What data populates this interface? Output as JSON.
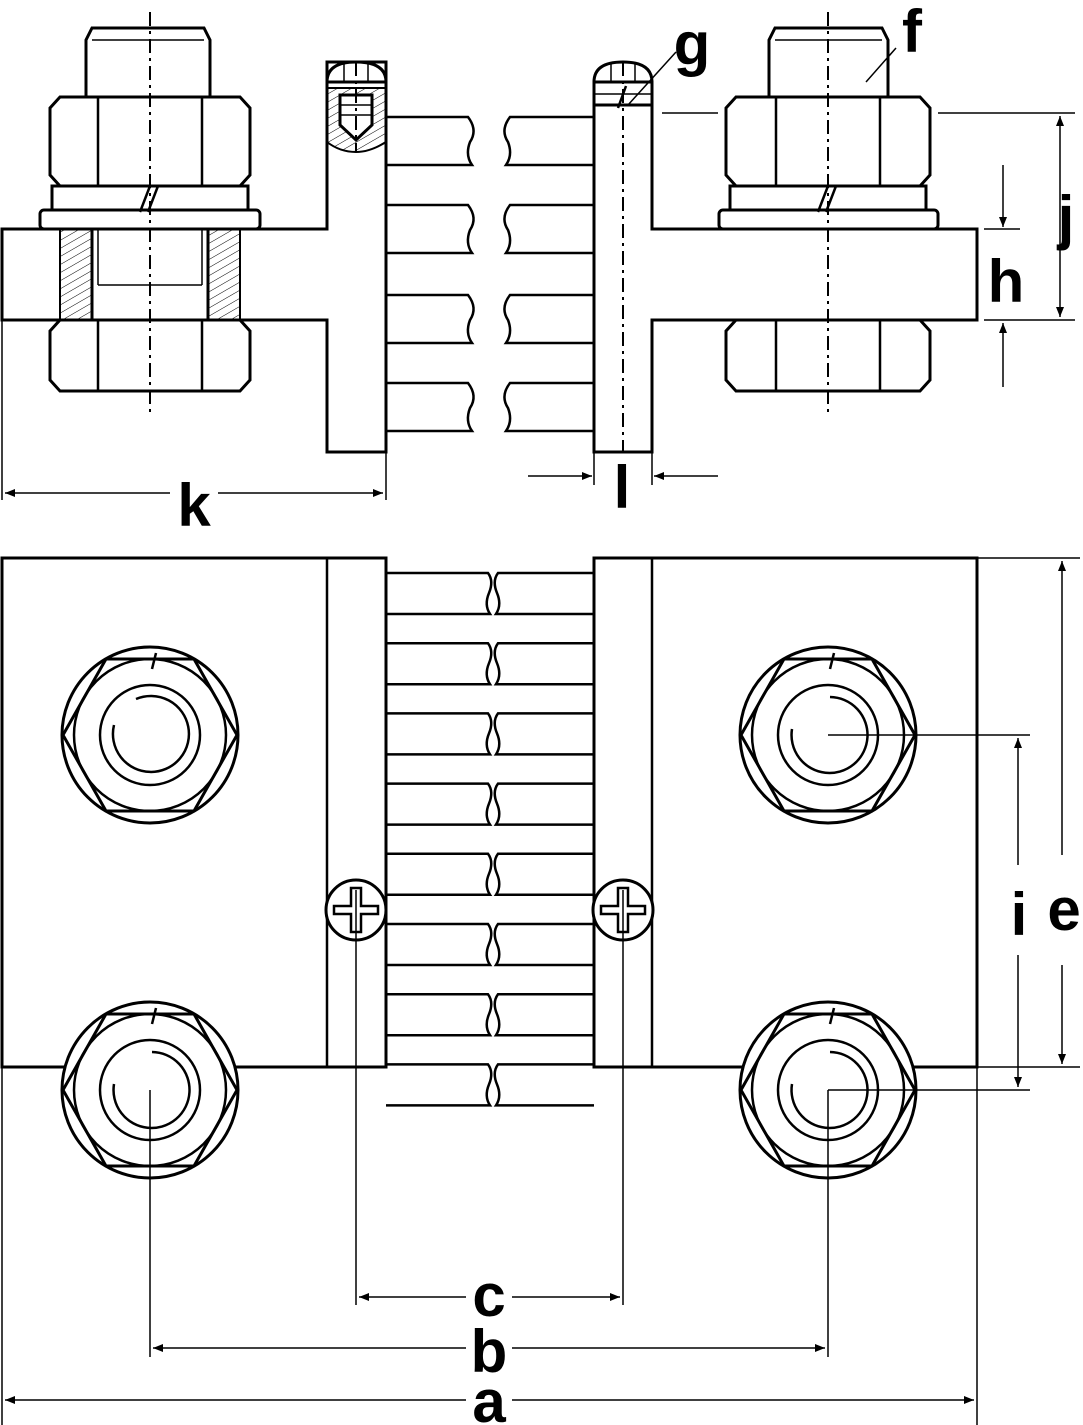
{
  "labels": {
    "a": "a",
    "b": "b",
    "c": "c",
    "e": "e",
    "f": "f",
    "g": "g",
    "h": "h",
    "i": "i",
    "j": "j",
    "k": "k",
    "l": "l"
  }
}
